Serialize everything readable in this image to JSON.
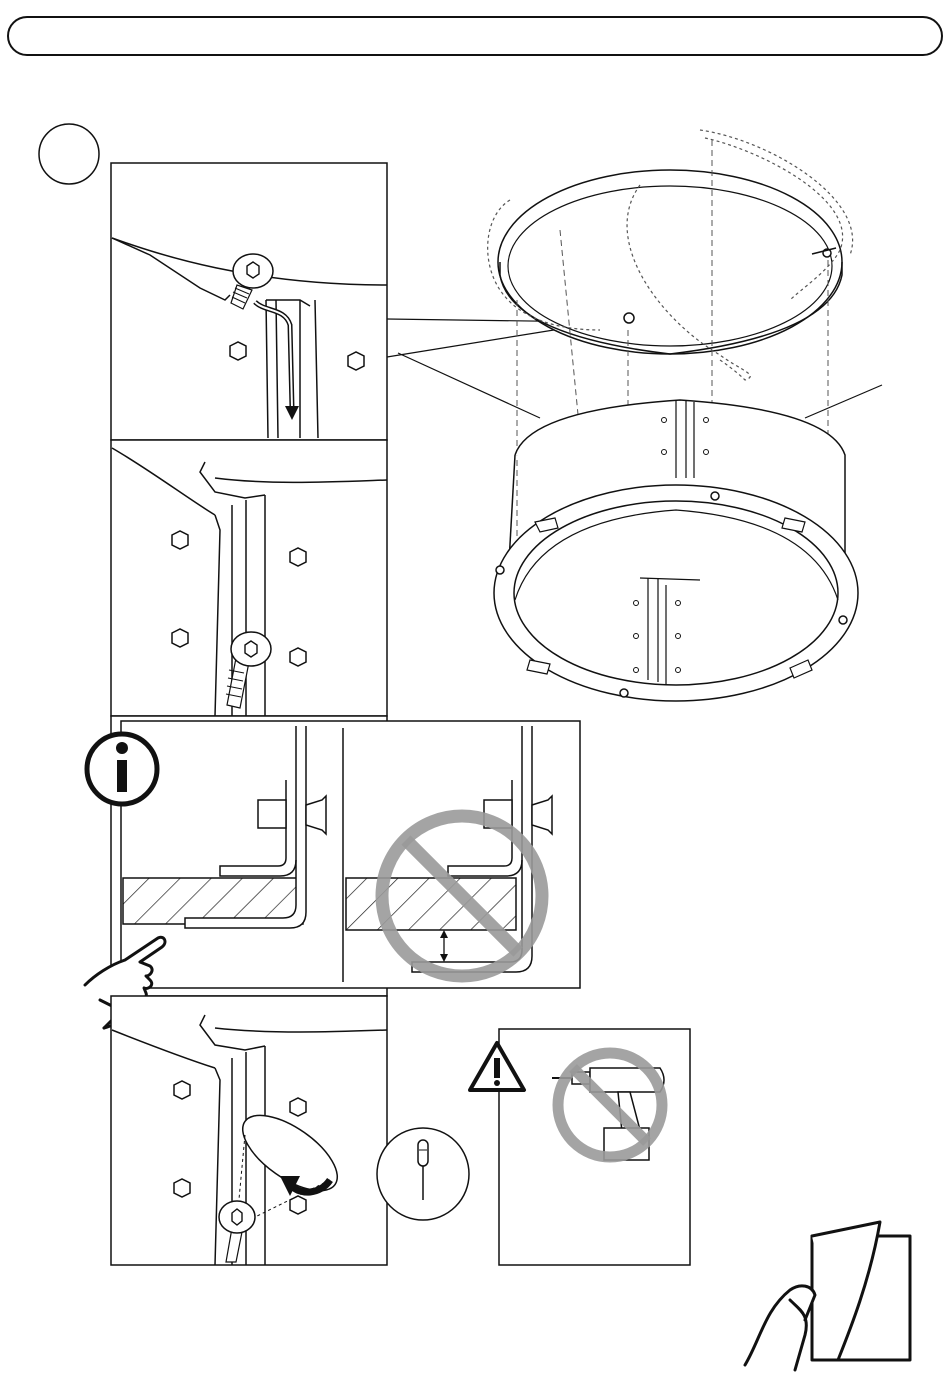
{
  "page": {
    "step_number": "",
    "header_text": ""
  },
  "colors": {
    "line": "#111111",
    "prohibit": "#9a9a9a",
    "dashed": "#555555",
    "hatch": "#222222"
  },
  "icons": {
    "info": "info-icon",
    "warning": "warning-triangle-icon",
    "prohibit": "prohibited-circle-icon",
    "screwdriver": "screwdriver-icon",
    "drill": "power-drill-icon",
    "pointing_hand": "pointing-hand-icon",
    "page_turn": "page-turn-icon"
  },
  "panels": [
    {
      "name": "panel-insert-screw",
      "arrow": "down-arrow"
    },
    {
      "name": "panel-screw-seated"
    },
    {
      "name": "panel-info-correct-incorrect"
    },
    {
      "name": "panel-tighten-screw",
      "arrow": "rotate-arrow"
    },
    {
      "name": "panel-no-power-drill"
    }
  ]
}
